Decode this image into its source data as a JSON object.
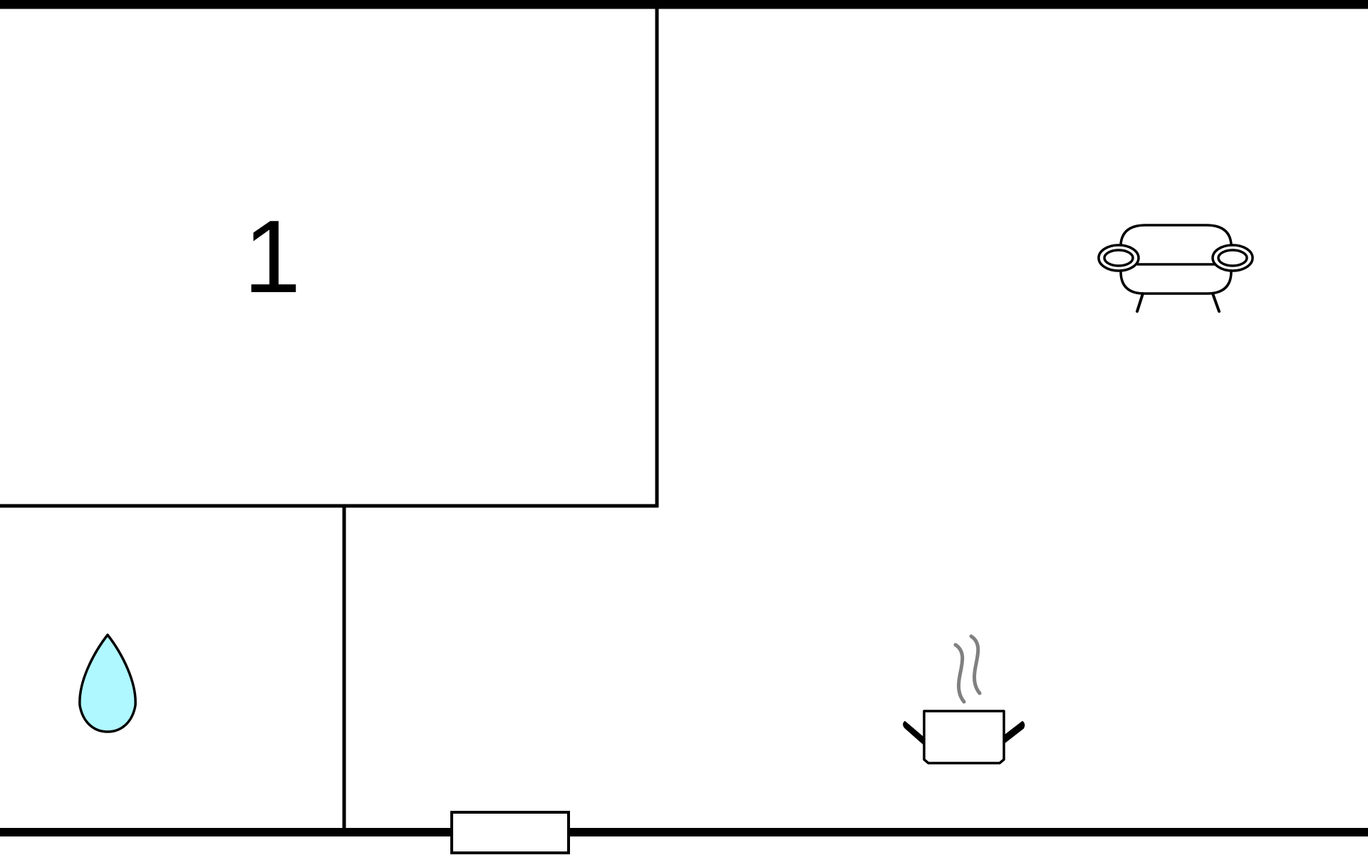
{
  "floorplan": {
    "rooms": [
      {
        "id": "bedroom",
        "label": "1"
      },
      {
        "id": "bathroom",
        "icon": "water-drop-icon"
      },
      {
        "id": "living-room",
        "icon": "sofa-icon"
      },
      {
        "id": "kitchen",
        "icon": "cooking-pot-icon"
      }
    ],
    "entrance": {
      "icon": "door-icon"
    },
    "colors": {
      "wall": "#000000",
      "water_fill": "#b0f8ff",
      "steam": "#808080",
      "background": "#ffffff"
    }
  }
}
